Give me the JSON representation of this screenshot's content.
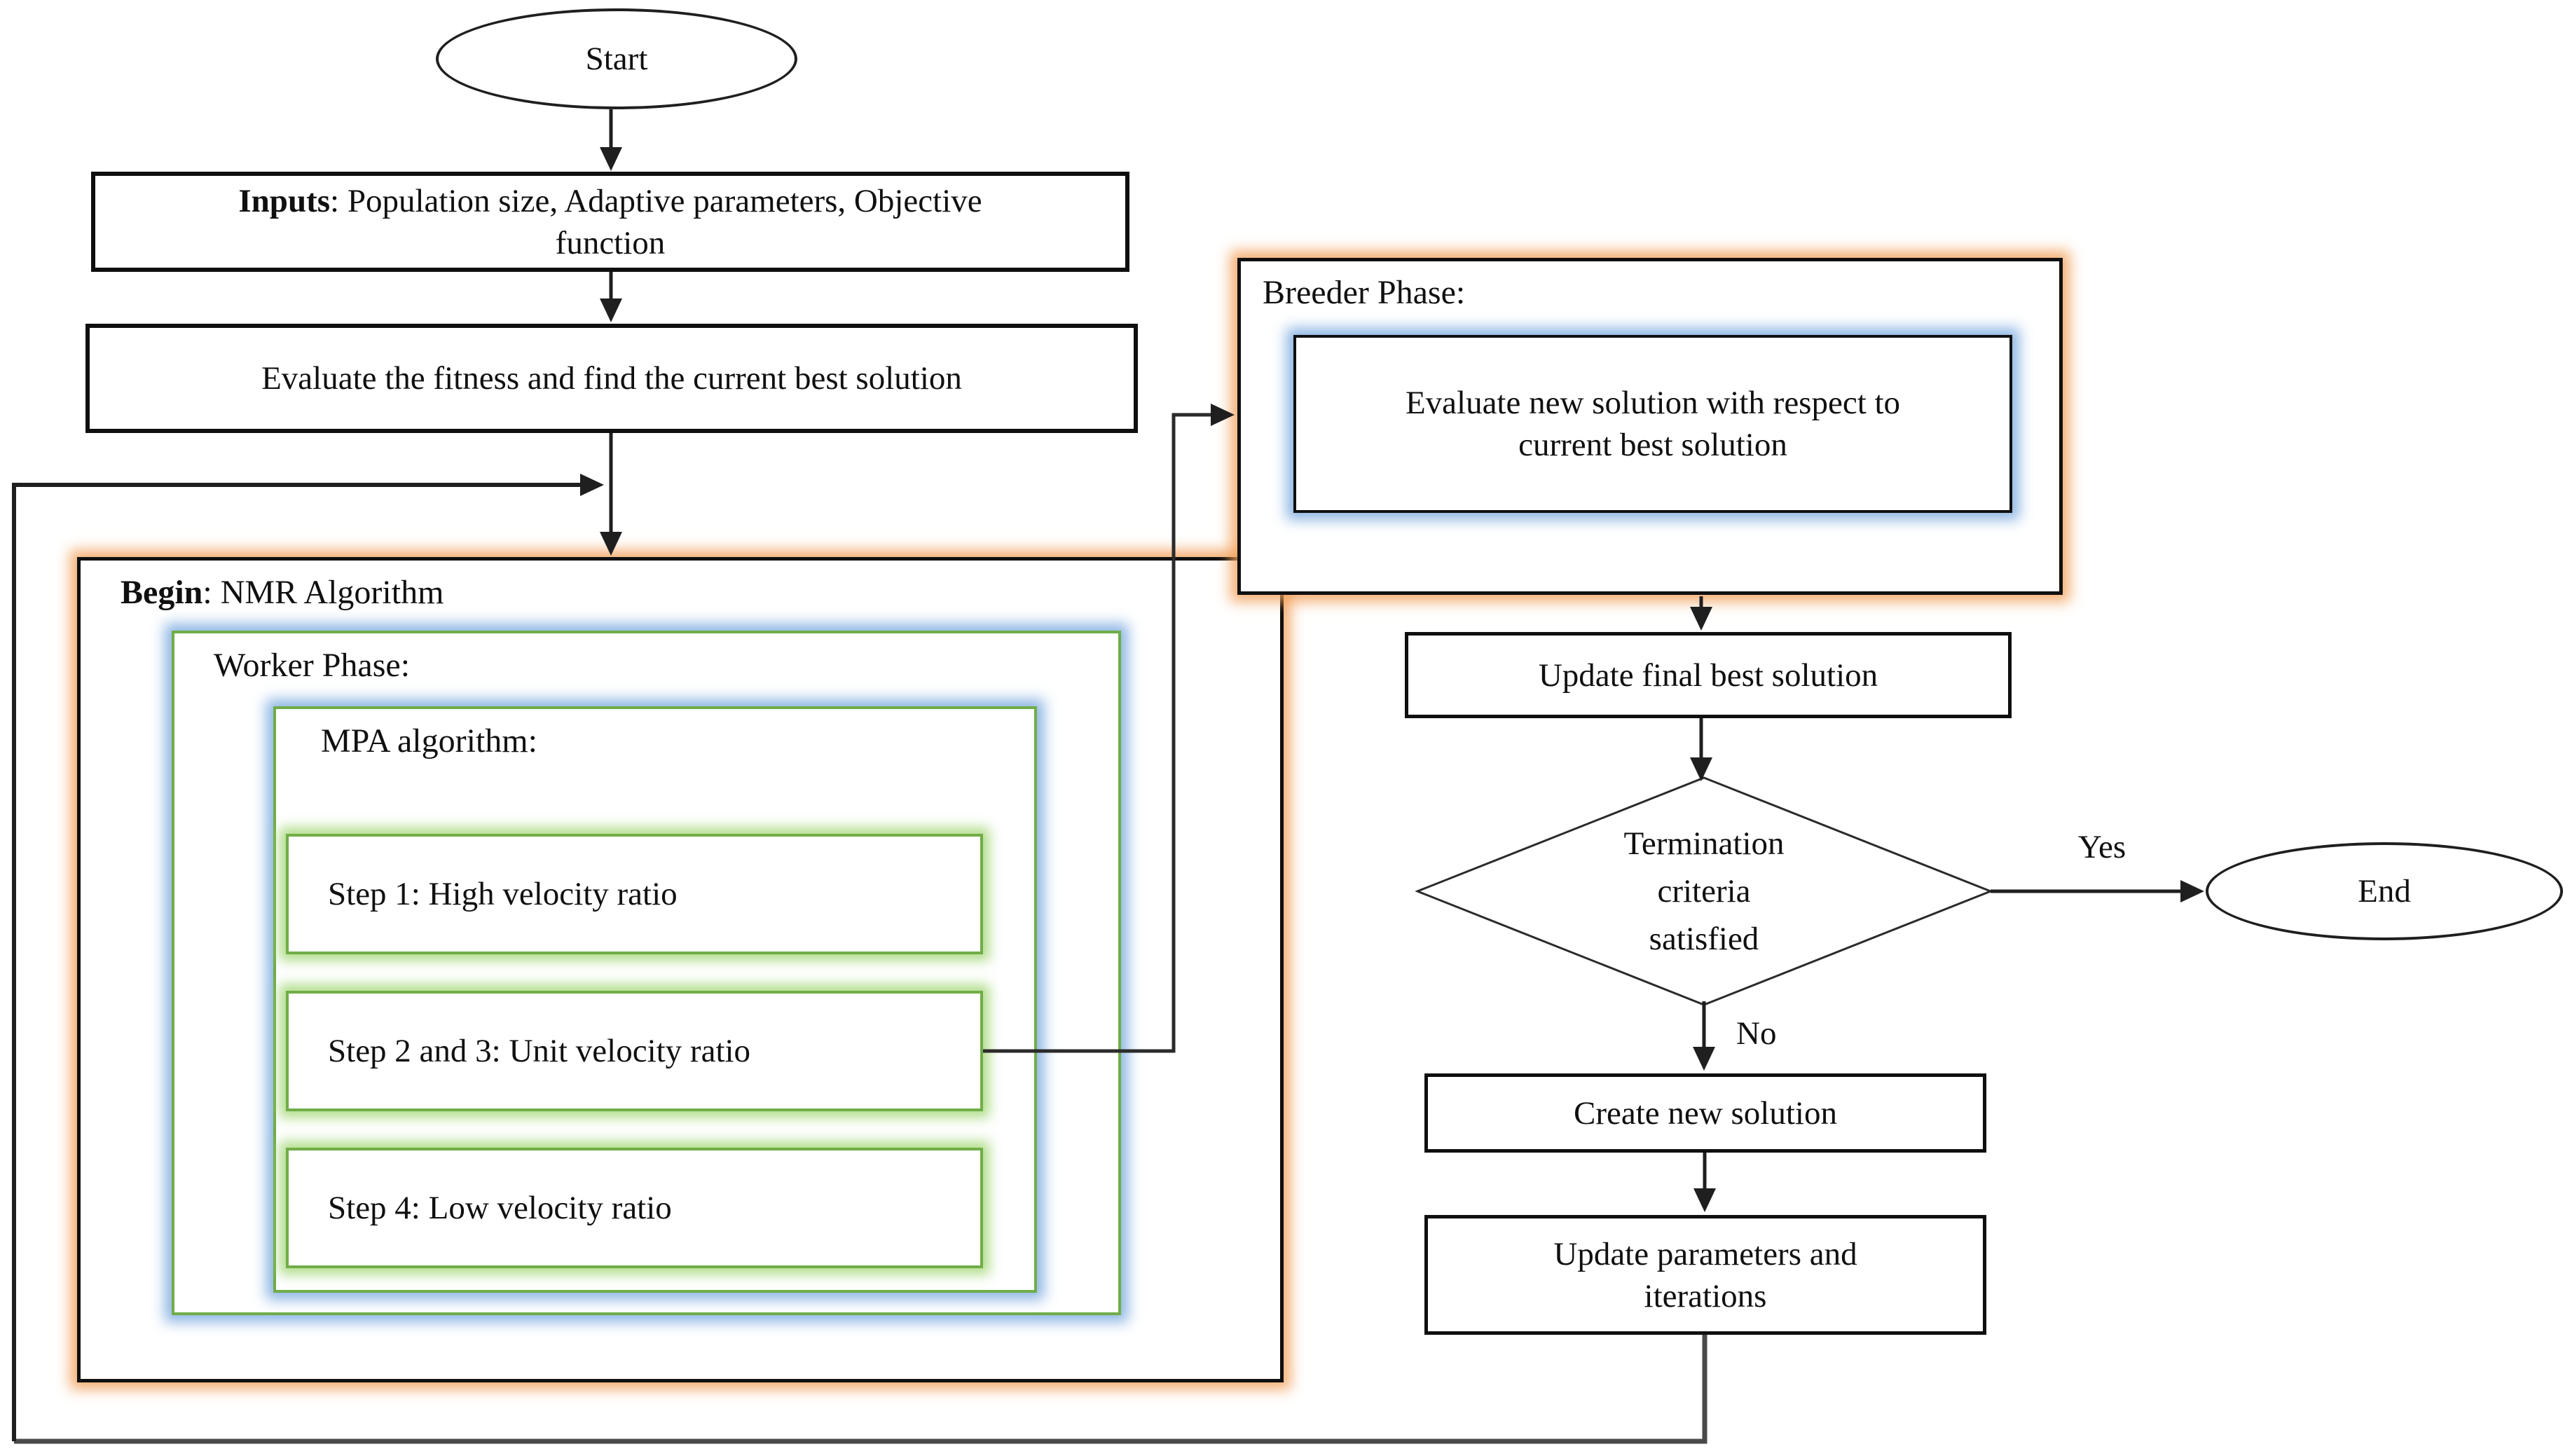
{
  "nodes": {
    "start": "Start",
    "inputs_bold": "Inputs",
    "inputs_rest": ": Population size, Adaptive parameters, Objective",
    "inputs_line2": "function",
    "evaluate": "Evaluate the fitness and find the current best solution",
    "begin_bold": "Begin",
    "begin_rest": ": NMR Algorithm",
    "worker_label": "Worker Phase:",
    "mpa_label": "MPA algorithm:",
    "step1": "Step 1: High velocity ratio",
    "step2_3": "Step 2 and 3: Unit velocity ratio",
    "step4": "Step 4: Low velocity ratio",
    "breeder_label": "Breeder Phase:",
    "breeder_inner_line1": "Evaluate new solution with respect to",
    "breeder_inner_line2": "current best solution",
    "update_final": "Update final best solution",
    "diamond_line1": "Termination",
    "diamond_line2": "criteria",
    "diamond_line3": "satisfied",
    "yes_label": "Yes",
    "no_label": "No",
    "create_new": "Create new solution",
    "update_params_line1": "Update parameters and",
    "update_params_line2": "iterations",
    "end": "End"
  },
  "colors": {
    "accent_orange_glow": "#F2A15C",
    "accent_blue_glow": "#7AA9DF",
    "accent_green_glow": "#9ED46E",
    "green_border": "#70AD47",
    "line_black": "#1F1F1F",
    "loop_line_gray": "#4A4A4A",
    "background": "#FFFFFF"
  }
}
